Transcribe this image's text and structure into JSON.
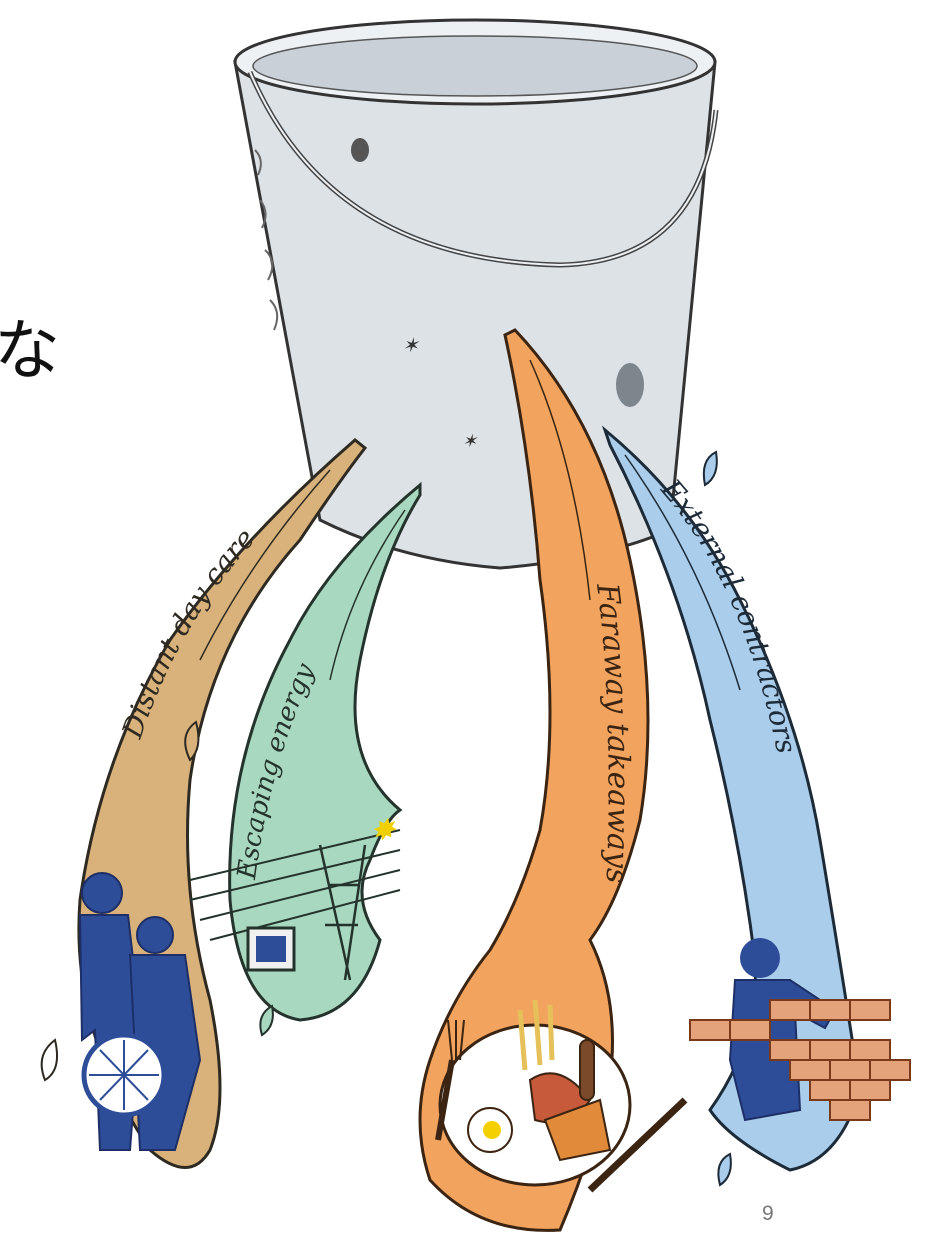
{
  "slide": {
    "partial_text": "な",
    "page_number": "9"
  },
  "streams": [
    {
      "label": "Distant day care",
      "color": "#d8b27a",
      "icon": "wheelchair-caregiver-icon"
    },
    {
      "label": "Escaping energy",
      "color": "#a8d8bf",
      "icon": "power-pylon-tv-icon"
    },
    {
      "label": "Faraway takeaways",
      "color": "#f2a35e",
      "icon": "food-plate-icon"
    },
    {
      "label": "External contractors",
      "color": "#a9cdea",
      "icon": "bricklayer-icon"
    }
  ],
  "bucket": {
    "color": "#dde2e7"
  }
}
